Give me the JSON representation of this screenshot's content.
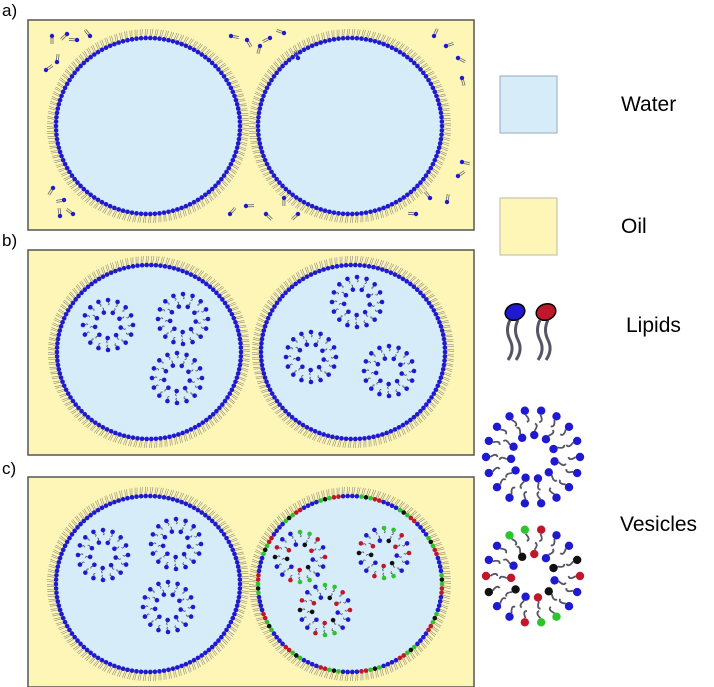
{
  "panels": [
    {
      "label": "a)",
      "vesicles": "none"
    },
    {
      "label": "b)",
      "vesicles": "blue"
    },
    {
      "label": "c)",
      "vesicles": "mixed-right"
    }
  ],
  "legend": {
    "water": {
      "label": "Water",
      "color": "#d6ecf8"
    },
    "oil": {
      "label": "Oil",
      "color": "#fef6b6"
    },
    "lipids": {
      "label": "Lipids",
      "icon": "lipid-molecule-icon"
    },
    "vesicles": {
      "label": "Vesicles",
      "icon": "vesicle-icon"
    }
  },
  "colors": {
    "water": "#d6ecf8",
    "oil": "#fef6b6",
    "lipid_blue": "#1f1ad0",
    "lipid_red": "#c0182a",
    "lipid_green": "#2ec42e",
    "lipid_black": "#111111",
    "tail": "#555566",
    "outline": "#555555"
  }
}
